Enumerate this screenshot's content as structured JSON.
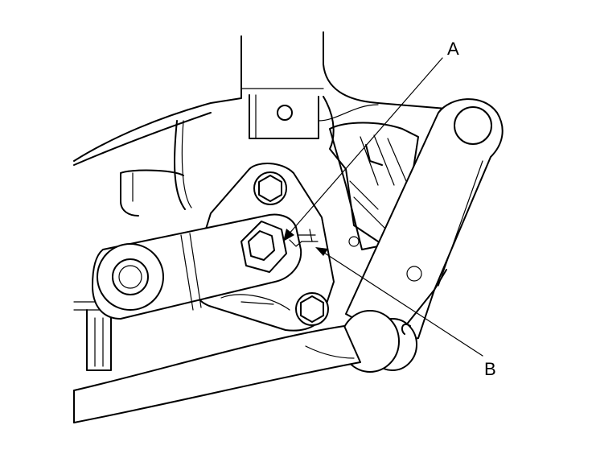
{
  "callouts": [
    {
      "id": "A",
      "text": "A"
    },
    {
      "id": "B",
      "text": "B"
    }
  ],
  "colors": {
    "line": "#000000",
    "background": "#ffffff"
  }
}
